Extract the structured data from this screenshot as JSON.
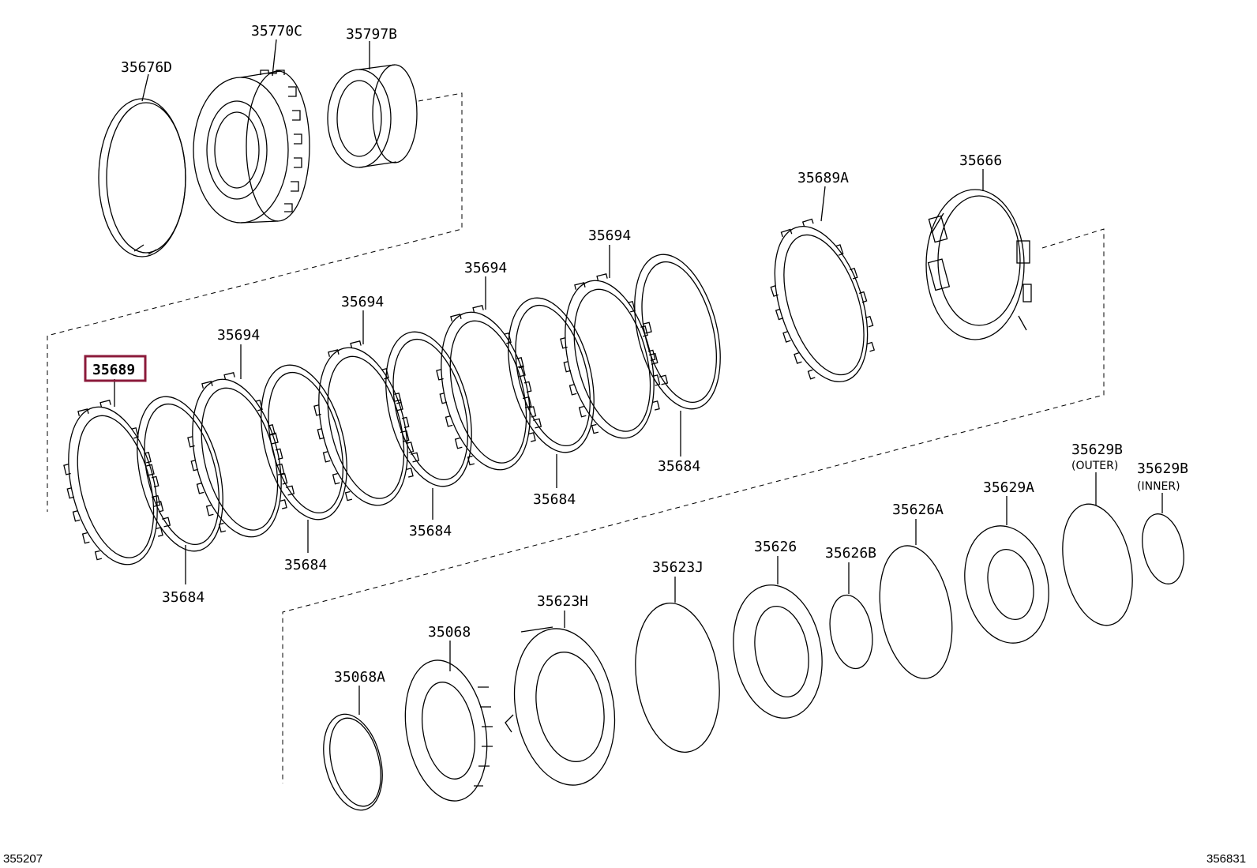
{
  "diagram": {
    "highlight_color": "#8b1a3a",
    "parts": [
      {
        "id": "p1",
        "label": "35676D",
        "note": ""
      },
      {
        "id": "p2",
        "label": "35770C",
        "note": ""
      },
      {
        "id": "p3",
        "label": "35797B",
        "note": ""
      },
      {
        "id": "p4",
        "label": "35689A",
        "note": ""
      },
      {
        "id": "p5",
        "label": "35666",
        "note": ""
      },
      {
        "id": "p6",
        "label": "35689",
        "note": "",
        "highlighted": true
      },
      {
        "id": "p7",
        "label": "35694",
        "note": ""
      },
      {
        "id": "p8",
        "label": "35694",
        "note": ""
      },
      {
        "id": "p9",
        "label": "35694",
        "note": ""
      },
      {
        "id": "p10",
        "label": "35694",
        "note": ""
      },
      {
        "id": "p11",
        "label": "35684",
        "note": ""
      },
      {
        "id": "p12",
        "label": "35684",
        "note": ""
      },
      {
        "id": "p13",
        "label": "35684",
        "note": ""
      },
      {
        "id": "p14",
        "label": "35684",
        "note": ""
      },
      {
        "id": "p15",
        "label": "35684",
        "note": ""
      },
      {
        "id": "p16",
        "label": "35629B",
        "note": "(OUTER)"
      },
      {
        "id": "p17",
        "label": "35629B",
        "note": "(INNER)"
      },
      {
        "id": "p18",
        "label": "35629A",
        "note": ""
      },
      {
        "id": "p19",
        "label": "35626A",
        "note": ""
      },
      {
        "id": "p20",
        "label": "35626B",
        "note": ""
      },
      {
        "id": "p21",
        "label": "35626",
        "note": ""
      },
      {
        "id": "p22",
        "label": "35623J",
        "note": ""
      },
      {
        "id": "p23",
        "label": "35623H",
        "note": ""
      },
      {
        "id": "p24",
        "label": "35068",
        "note": ""
      },
      {
        "id": "p25",
        "label": "35068A",
        "note": ""
      }
    ],
    "corner_left": "355207",
    "corner_right": "356831"
  }
}
